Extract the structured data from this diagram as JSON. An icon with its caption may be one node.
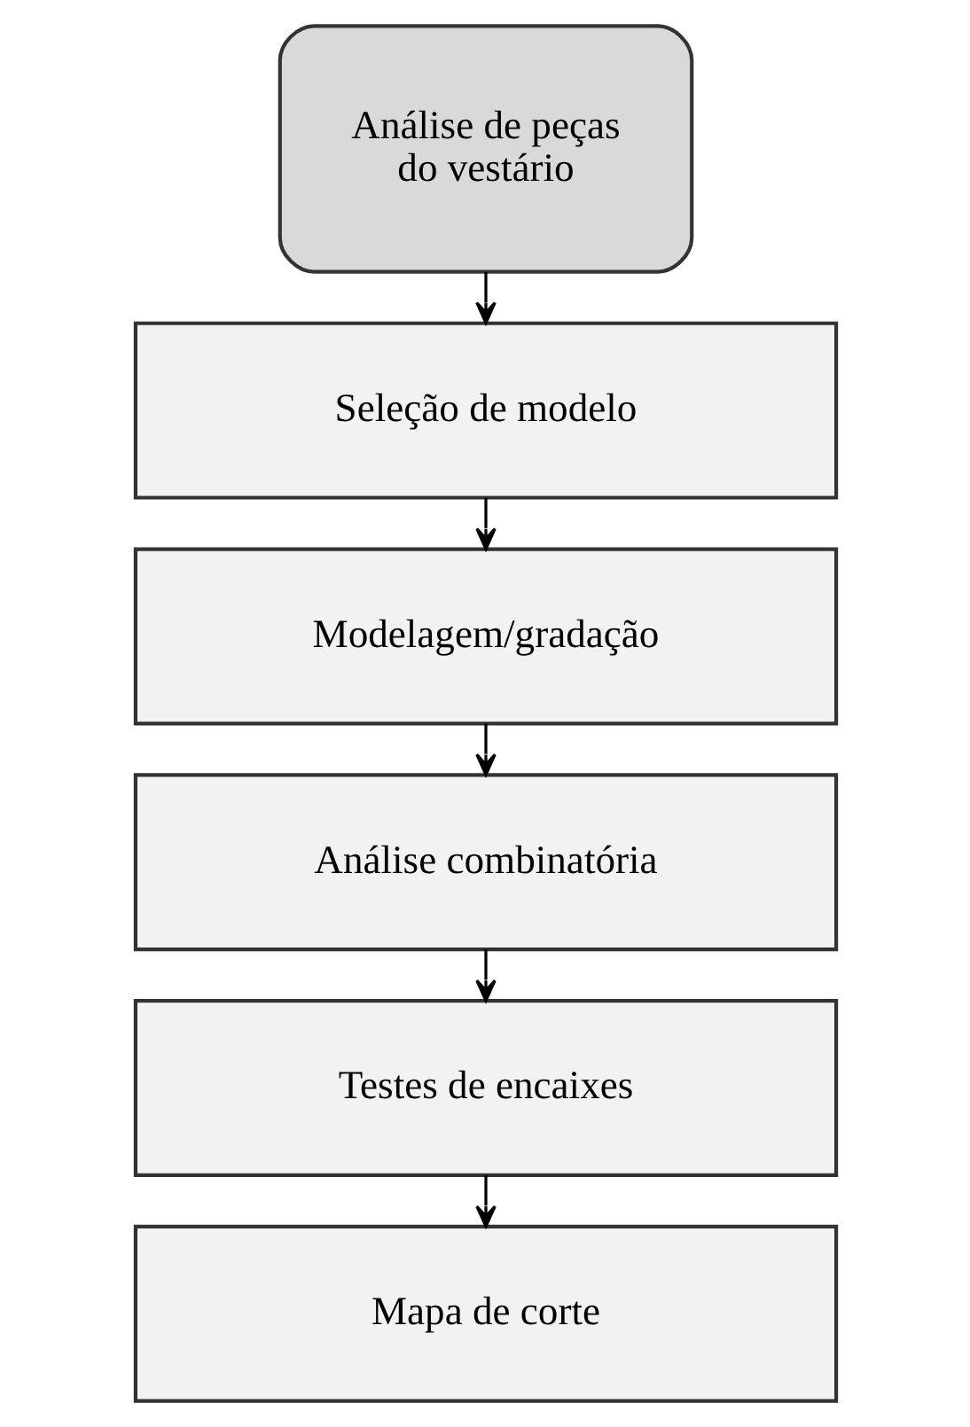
{
  "diagram": {
    "nodes": [
      {
        "text": [
          "Análise de peças do vestário"
        ]
      },
      {
        "text": [
          "Seleção de modelo"
        ]
      },
      {
        "text": [
          "Modelagem/gradação"
        ]
      },
      {
        "text": [
          "Análise combinatória"
        ]
      },
      {
        "text": [
          "Testes de encaixes"
        ]
      },
      {
        "text": [
          "Mapa de corte"
        ]
      }
    ],
    "edges": [
      {
        "from": 0,
        "to": 1,
        "arrow": "to"
      },
      {
        "from": 1,
        "to": 2,
        "arrow": "to"
      },
      {
        "from": 2,
        "to": 3,
        "arrow": "to"
      },
      {
        "from": 3,
        "to": 4,
        "arrow": "to"
      },
      {
        "from": 4,
        "to": 5,
        "arrow": "to"
      }
    ]
  }
}
